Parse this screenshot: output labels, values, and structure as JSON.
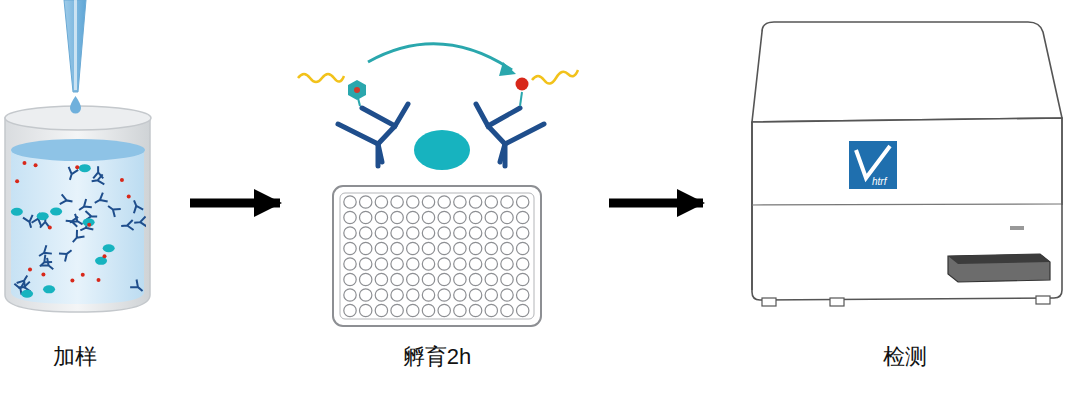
{
  "diagram": {
    "nodes": [
      {
        "text": [
          "加样"
        ]
      },
      {
        "text": [
          "孵育2h"
        ]
      },
      {
        "text": [
          "检测"
        ]
      }
    ],
    "edges": [
      {
        "from": 0,
        "to": 1,
        "arrow": "to"
      },
      {
        "from": 1,
        "to": 2,
        "arrow": "to"
      }
    ],
    "labels": [
      "htrf"
    ]
  }
}
